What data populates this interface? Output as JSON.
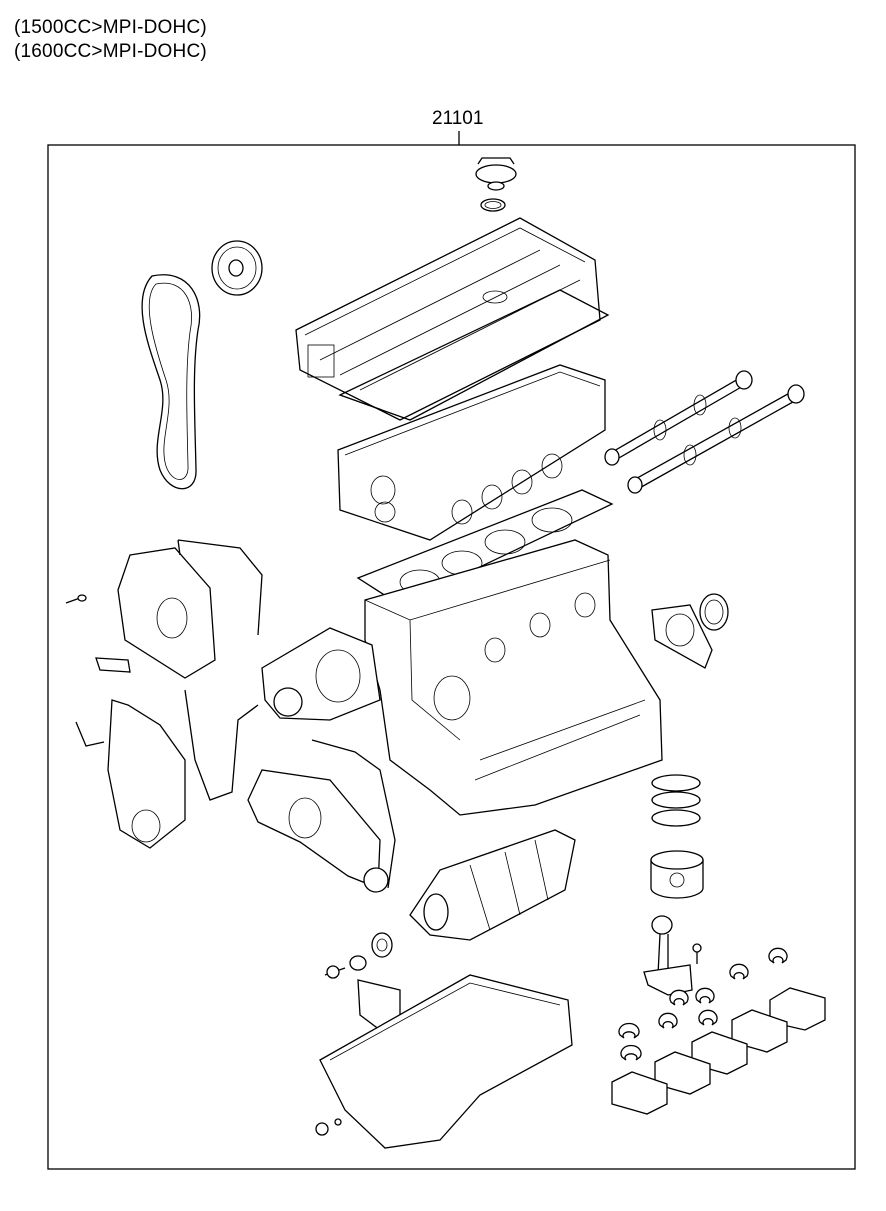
{
  "header": {
    "spec_lines": [
      "(1500CC>MPI-DOHC)",
      "(1600CC>MPI-DOHC)"
    ],
    "part_number": "21101"
  },
  "colors": {
    "line": "#000000",
    "background": "#ffffff"
  }
}
